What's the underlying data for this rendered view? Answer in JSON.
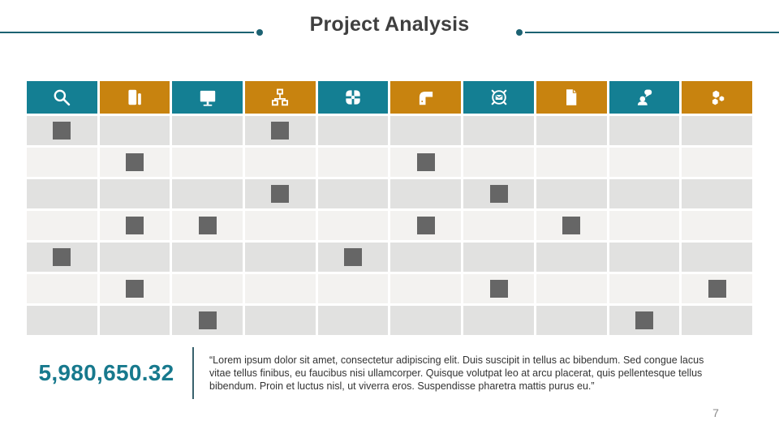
{
  "header": {
    "title": "Project Analysis",
    "accent_color": "#1c6272"
  },
  "table": {
    "colors": {
      "teal": "#147f93",
      "orange": "#c8830f"
    },
    "row_colors": {
      "dark": "#e1e1e0",
      "light": "#f3f2f0"
    },
    "marker_color": "#666666",
    "columns": [
      {
        "icon": "search-icon",
        "bg": "teal"
      },
      {
        "icon": "books-icon",
        "bg": "orange"
      },
      {
        "icon": "monitor-icon",
        "bg": "teal"
      },
      {
        "icon": "sitemap-icon",
        "bg": "orange"
      },
      {
        "icon": "scan-icon",
        "bg": "teal"
      },
      {
        "icon": "pipe-elbow-icon",
        "bg": "orange"
      },
      {
        "icon": "mail-badge-icon",
        "bg": "teal"
      },
      {
        "icon": "document-icon",
        "bg": "orange"
      },
      {
        "icon": "person-speech-icon",
        "bg": "teal"
      },
      {
        "icon": "cubes-icon",
        "bg": "orange"
      }
    ],
    "rows": [
      {
        "shade": "dark",
        "markers": [
          1,
          4
        ]
      },
      {
        "shade": "light",
        "markers": [
          2,
          6
        ]
      },
      {
        "shade": "dark",
        "markers": [
          4,
          7
        ]
      },
      {
        "shade": "light",
        "markers": [
          2,
          3,
          6,
          8
        ]
      },
      {
        "shade": "dark",
        "markers": [
          1,
          5
        ]
      },
      {
        "shade": "light",
        "markers": [
          2,
          7,
          10
        ]
      },
      {
        "shade": "dark",
        "markers": [
          3,
          9
        ]
      }
    ]
  },
  "footer": {
    "metric_value": "5,980,650.32",
    "metric_color": "#17798d",
    "quote": "“Lorem ipsum dolor sit amet, consectetur adipiscing elit. Duis suscipit in tellus ac bibendum. Sed congue lacus vitae tellus finibus, eu faucibus nisi ullamcorper. Quisque volutpat leo at arcu placerat, quis pellentesque tellus bibendum. Proin et luctus nisl, ut viverra eros. Suspendisse pharetra mattis purus eu.”",
    "page_number": "7"
  }
}
